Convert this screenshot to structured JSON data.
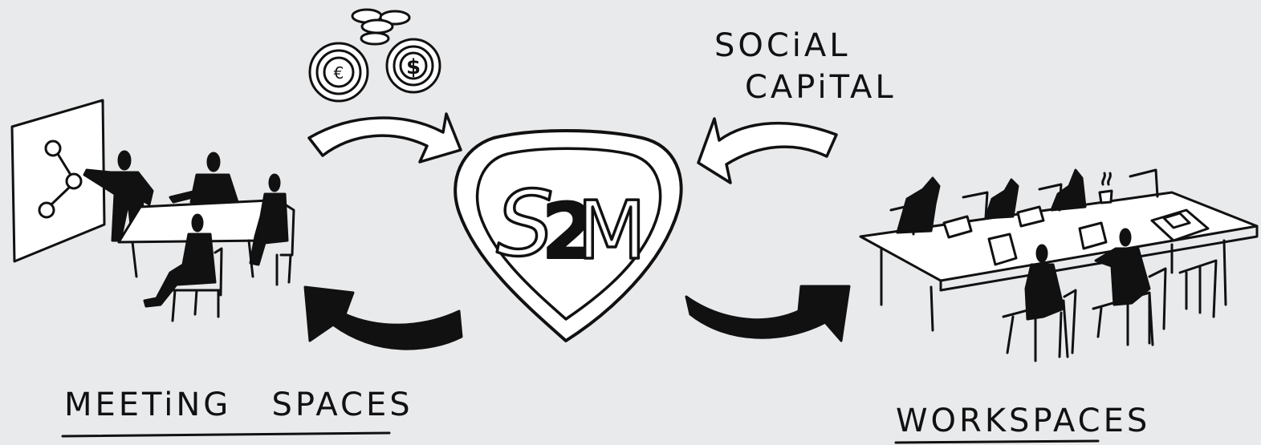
{
  "labels": {
    "social_capital_line1": "SOCiAL",
    "social_capital_line2": "CAPiTAL",
    "meeting_spaces": "MEETiNG   SPACES",
    "workspaces": "WORKSPACES"
  },
  "logo": {
    "left": "S",
    "middle": "2",
    "right": "M"
  },
  "coins": {
    "euro": "€",
    "dollar": "$"
  },
  "colors": {
    "background": "#e9eaec",
    "ink": "#111111",
    "paper": "#ffffff"
  }
}
